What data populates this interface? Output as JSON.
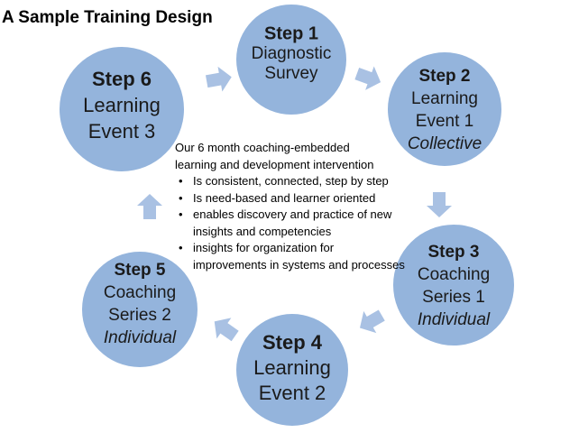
{
  "title": "A Sample Training Design",
  "colors": {
    "circle_fill": "#94b4dc",
    "arrow_fill": "#a9c1e3",
    "text": "#1a1a1a"
  },
  "steps": [
    {
      "id": "step1",
      "heading": "Step 1",
      "lines": [
        "Diagnostic",
        "Survey"
      ],
      "italic_line": ""
    },
    {
      "id": "step2",
      "heading": "Step 2",
      "lines": [
        "Learning",
        "Event 1"
      ],
      "italic_line": "Collective"
    },
    {
      "id": "step3",
      "heading": "Step 3",
      "lines": [
        "Coaching",
        "Series 1"
      ],
      "italic_line": "Individual"
    },
    {
      "id": "step4",
      "heading": "Step 4",
      "lines": [
        "Learning",
        "Event 2"
      ],
      "italic_line": ""
    },
    {
      "id": "step5",
      "heading": "Step 5",
      "lines": [
        "Coaching",
        "Series 2"
      ],
      "italic_line": "Individual"
    },
    {
      "id": "step6",
      "heading": "Step 6",
      "lines": [
        "Learning",
        "Event 3"
      ],
      "italic_line": ""
    }
  ],
  "center": {
    "intro": [
      "Our 6 month coaching-embedded",
      "learning and development  intervention"
    ],
    "bullets": [
      "Is consistent,  connected,  step by step",
      "Is need-based  and learner oriented",
      "enables discovery and practice of new insights and competencies",
      "insights for organization for improvements in systems and processes"
    ]
  }
}
